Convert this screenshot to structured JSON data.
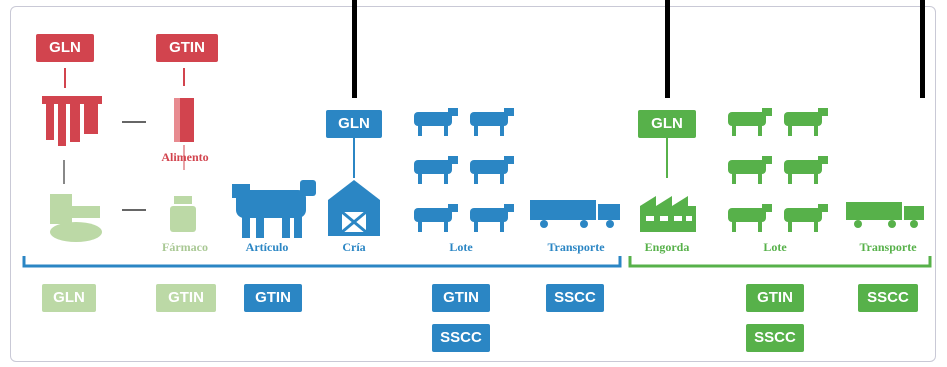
{
  "left": {
    "tag_gln_top": "GLN",
    "tag_gtin_top": "GTIN",
    "label_alimento": "Alimento",
    "label_farmaco": "Fármaco",
    "tag_gln_bottom": "GLN",
    "tag_gtin_bottom": "GTIN"
  },
  "blue_section": {
    "tag_gln_cria": "GLN",
    "label_articulo": "Artículo",
    "label_cria": "Cría",
    "label_lote": "Lote",
    "label_transporte": "Transporte",
    "tag_gtin_articulo": "GTIN",
    "tag_gtin_lote": "GTIN",
    "tag_sscc_lote": "SSCC",
    "tag_sscc_transporte": "SSCC"
  },
  "green_section": {
    "tag_gln_engorda": "GLN",
    "label_engorda": "Engorda",
    "label_lote": "Lote",
    "label_transporte": "Transporte",
    "tag_gtin_lote": "GTIN",
    "tag_sscc_lote": "SSCC",
    "tag_sscc_transporte": "SSCC"
  },
  "colors": {
    "red": "#d2444e",
    "blue": "#2b86c4",
    "green": "#57b14a",
    "pale_green": "#bcd9a6"
  }
}
